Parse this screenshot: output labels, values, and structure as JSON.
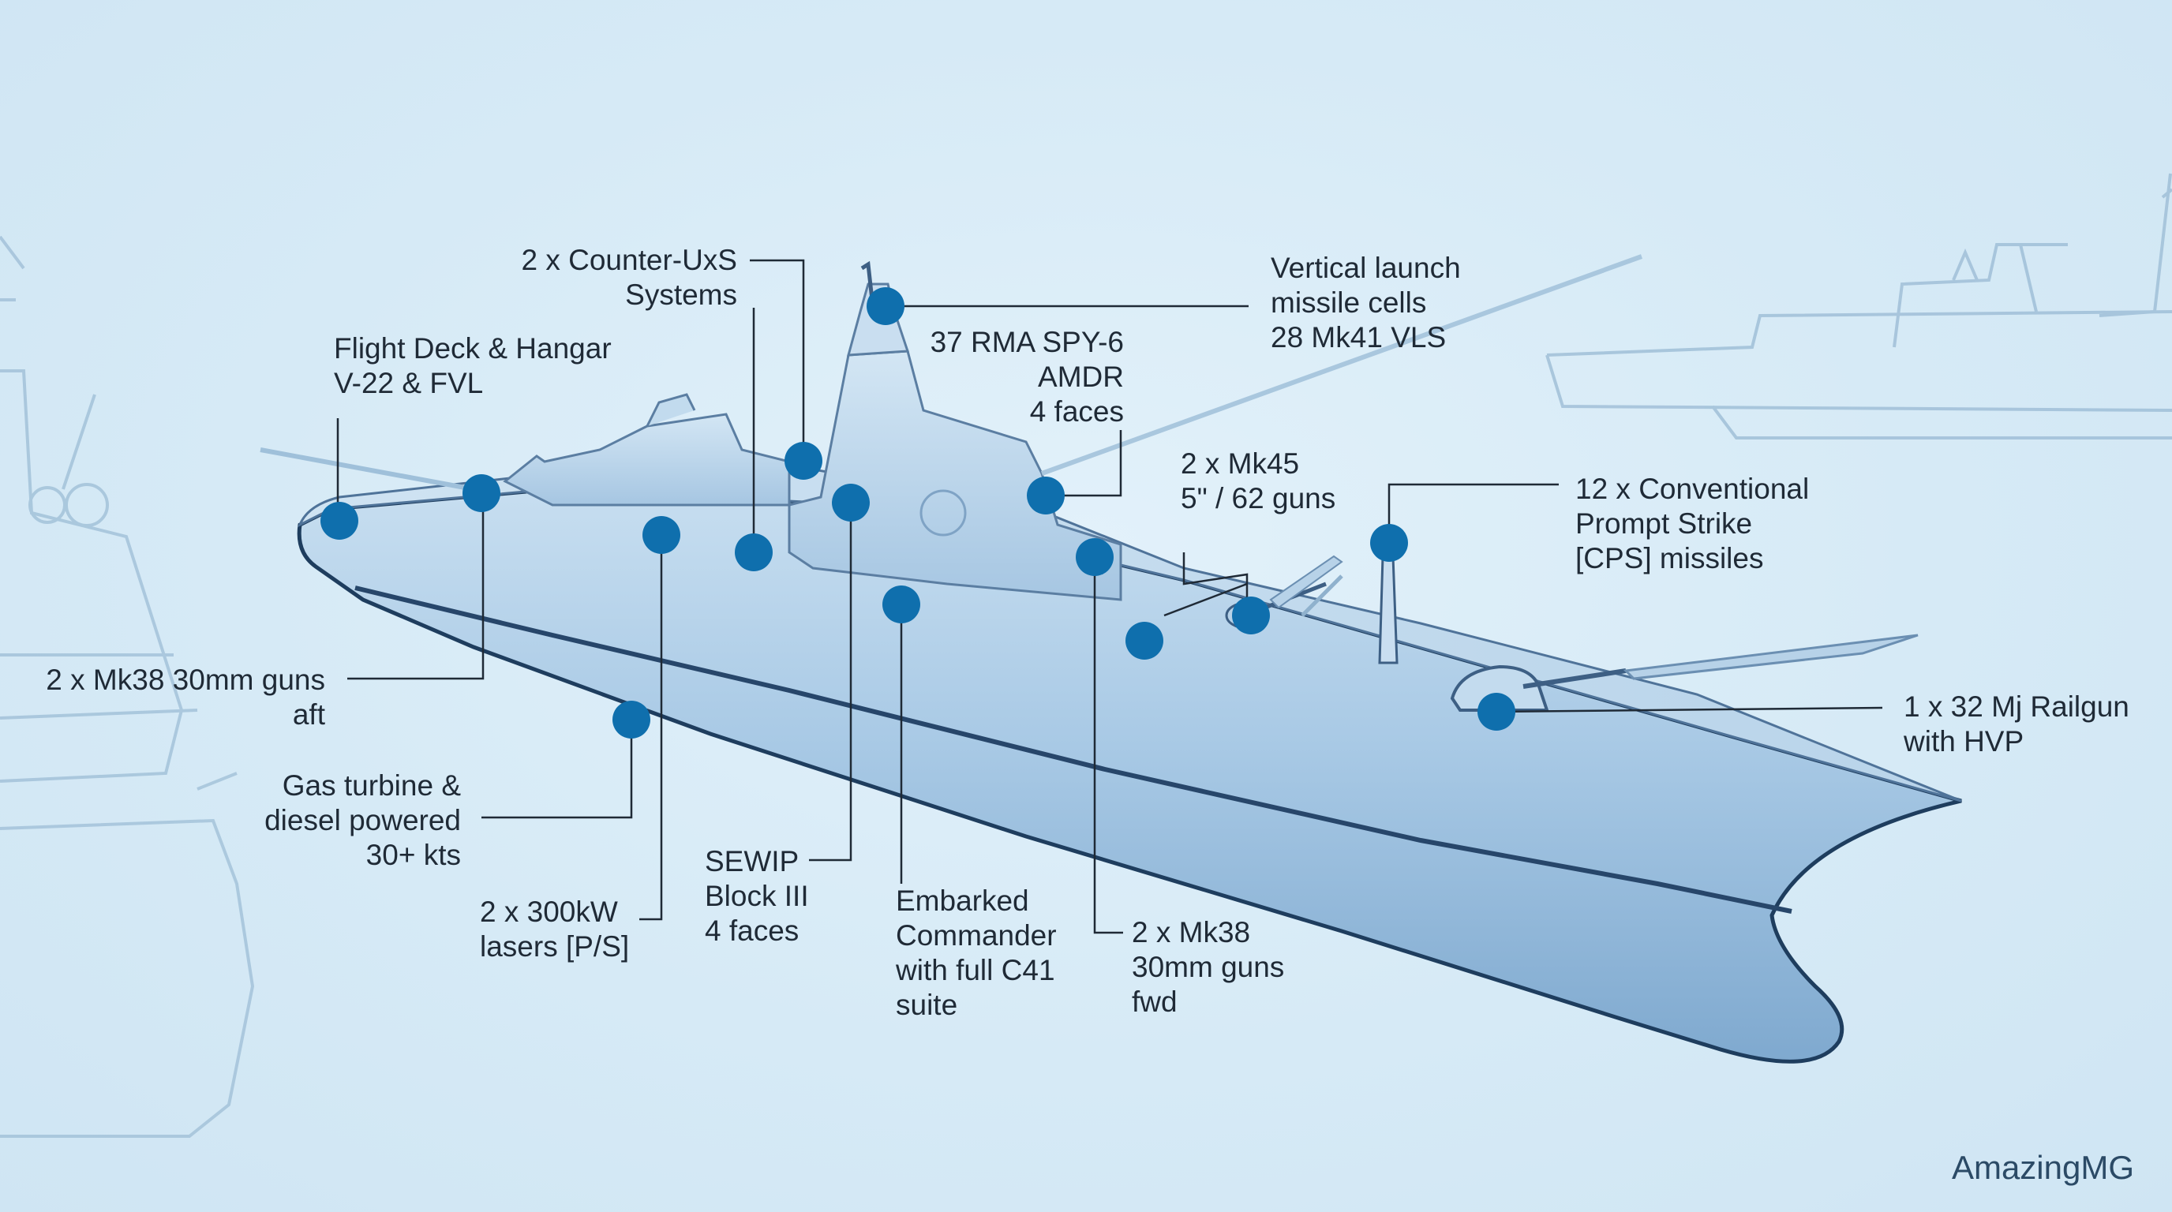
{
  "callouts": {
    "counter_uxs": [
      "2 x Counter-UxS",
      "Systems"
    ],
    "vls": [
      "Vertical launch",
      "missile cells",
      "28 Mk41 VLS"
    ],
    "flight_deck": [
      "Flight Deck & Hangar",
      "V-22 & FVL"
    ],
    "spy6": [
      "37 RMA SPY-6",
      "AMDR",
      "4 faces"
    ],
    "mk45": [
      "2 x Mk45",
      "5\" / 62 guns"
    ],
    "cps": [
      "12 x Conventional",
      "Prompt Strike",
      "[CPS] missiles"
    ],
    "mk38_aft": [
      "2 x Mk38 30mm guns",
      "aft"
    ],
    "railgun": [
      "1 x 32 Mj Railgun",
      "with HVP"
    ],
    "gas_turbine": [
      "Gas turbine &",
      "diesel powered",
      "30+ kts"
    ],
    "lasers": [
      "2 x 300kW",
      "lasers [P/S]"
    ],
    "sewip": [
      "SEWIP",
      "Block III",
      "4 faces"
    ],
    "commander": [
      "Embarked",
      "Commander",
      "with full C41",
      "suite"
    ],
    "mk38_fwd": [
      "2 x Mk38",
      "30mm guns",
      "fwd"
    ]
  },
  "brand": "AmazingMG",
  "colors": {
    "background": "#d9ecf7",
    "hull": "#a9cbe6",
    "waterline": "#27466a",
    "marker": "#0f6fad",
    "leader_line": "#1f2a36",
    "outline_sketch": "#9dbdd6"
  }
}
